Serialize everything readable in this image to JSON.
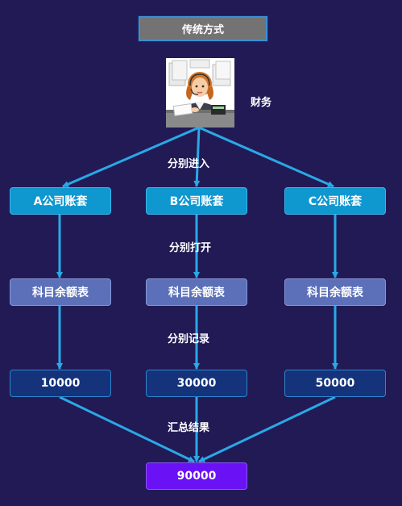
{
  "title": "传统方式",
  "finance_label": "财务",
  "steps": {
    "enter": "分别进入",
    "open": "分别打开",
    "record": "分别记录",
    "summary": "汇总结果"
  },
  "accounts": [
    {
      "name": "A公司账套",
      "sheet": "科目余额表",
      "value": "10000"
    },
    {
      "name": "B公司账套",
      "sheet": "科目余额表",
      "value": "30000"
    },
    {
      "name": "C公司账套",
      "sheet": "科目余额表",
      "value": "50000"
    }
  ],
  "total": "90000",
  "colors": {
    "background": "#221a55",
    "arrow": "#29a9e6",
    "account_box": "#0f97cf",
    "sheet_box": "#5b70b9",
    "value_box": "#14337a",
    "total_box": "#6a12f5"
  }
}
